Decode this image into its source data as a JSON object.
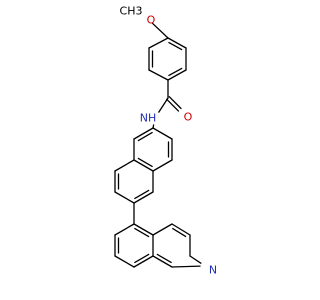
{
  "molecule": {
    "atom_labels": {
      "methyl_carbon": "CH3",
      "methoxy_oxygen": "O",
      "carbonyl_oxygen": "O",
      "amide_nitrogen": "NH",
      "ring_nitrogen": "N"
    },
    "colors": {
      "bond": "#000000",
      "oxygen": "#cc0000",
      "nitrogen": "#1f2fb0"
    }
  }
}
